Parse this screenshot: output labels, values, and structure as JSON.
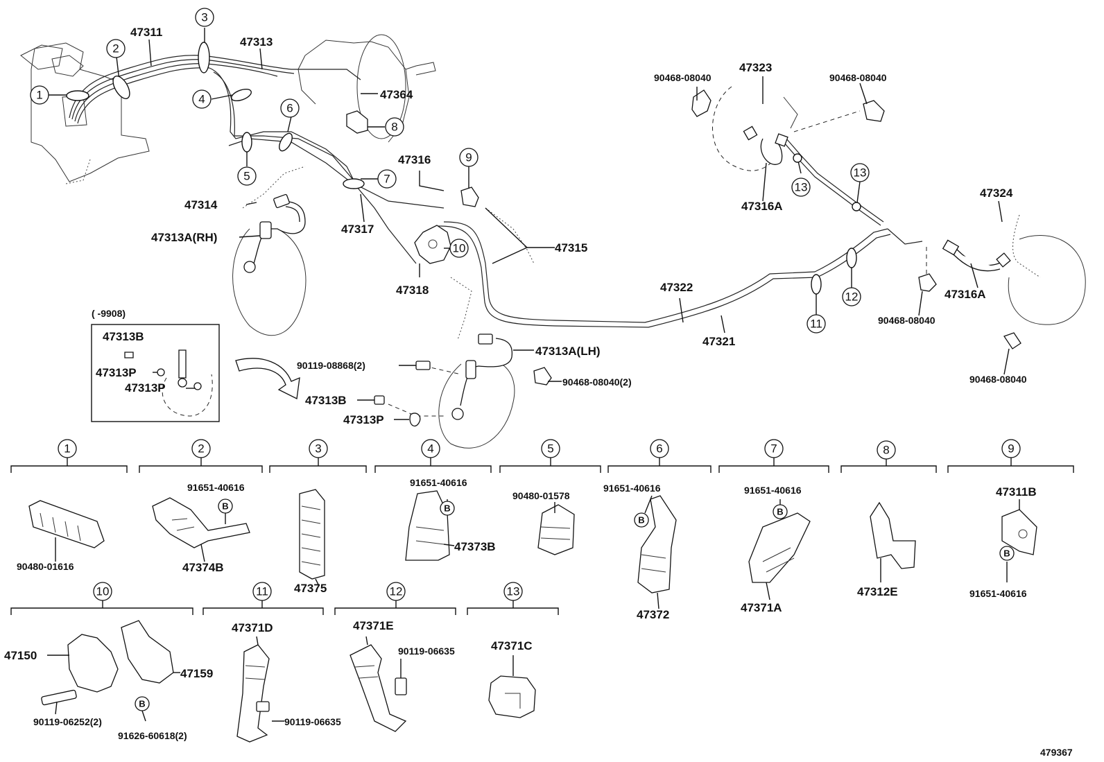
{
  "callouts": [
    "1",
    "2",
    "3",
    "4",
    "5",
    "6",
    "7",
    "8",
    "9",
    "10",
    "11",
    "12",
    "13"
  ],
  "bolt_marker": "B",
  "labels": {
    "p47311": "47311",
    "p47313": "47313",
    "p47364": "47364",
    "p47316": "47316",
    "p47314": "47314",
    "p47313a_rh": "47313A(RH)",
    "p47317": "47317",
    "p47315": "47315",
    "p47318": "47318",
    "p47322": "47322",
    "p47321": "47321",
    "p47313a_lh": "47313A(LH)",
    "p90468_top_left": "90468-08040",
    "p47323": "47323",
    "p90468_top_right": "90468-08040",
    "p47316a_upper": "47316A",
    "p47324": "47324",
    "p47316a_right": "47316A",
    "p90468_mid_right": "90468-08040",
    "p90468_bottom_right": "90468-08040",
    "inset_range": "(     -9908)",
    "inset_47313b": "47313B",
    "inset_47313p_1": "47313P",
    "inset_47313p_2": "47313P",
    "p90119_08868": "90119-08868(2)",
    "p47313b": "47313B",
    "p47313p": "47313P",
    "p90468_08040_2": "90468-08040(2)",
    "d1_part": "90480-01616",
    "d2_bolt": "91651-40616",
    "d2_part": "47374B",
    "d3_part": "47375",
    "d4_bolt": "91651-40616",
    "d4_part": "47373B",
    "d5_part": "90480-01578",
    "d6_bolt": "91651-40616",
    "d6_part": "47372",
    "d7_bolt": "91651-40616",
    "d7_part": "47371A",
    "d8_part": "47312E",
    "d9_part": "47311B",
    "d9_bolt": "91651-40616",
    "d10_part_a": "47150",
    "d10_part_b": "47159",
    "d10_bolt_a": "90119-06252(2)",
    "d10_bolt_b": "91626-60618(2)",
    "d11_part": "47371D",
    "d11_bolt": "90119-06635",
    "d12_part": "47371E",
    "d12_bolt": "90119-06635",
    "d13_part": "47371C",
    "figure_id": "479367"
  }
}
